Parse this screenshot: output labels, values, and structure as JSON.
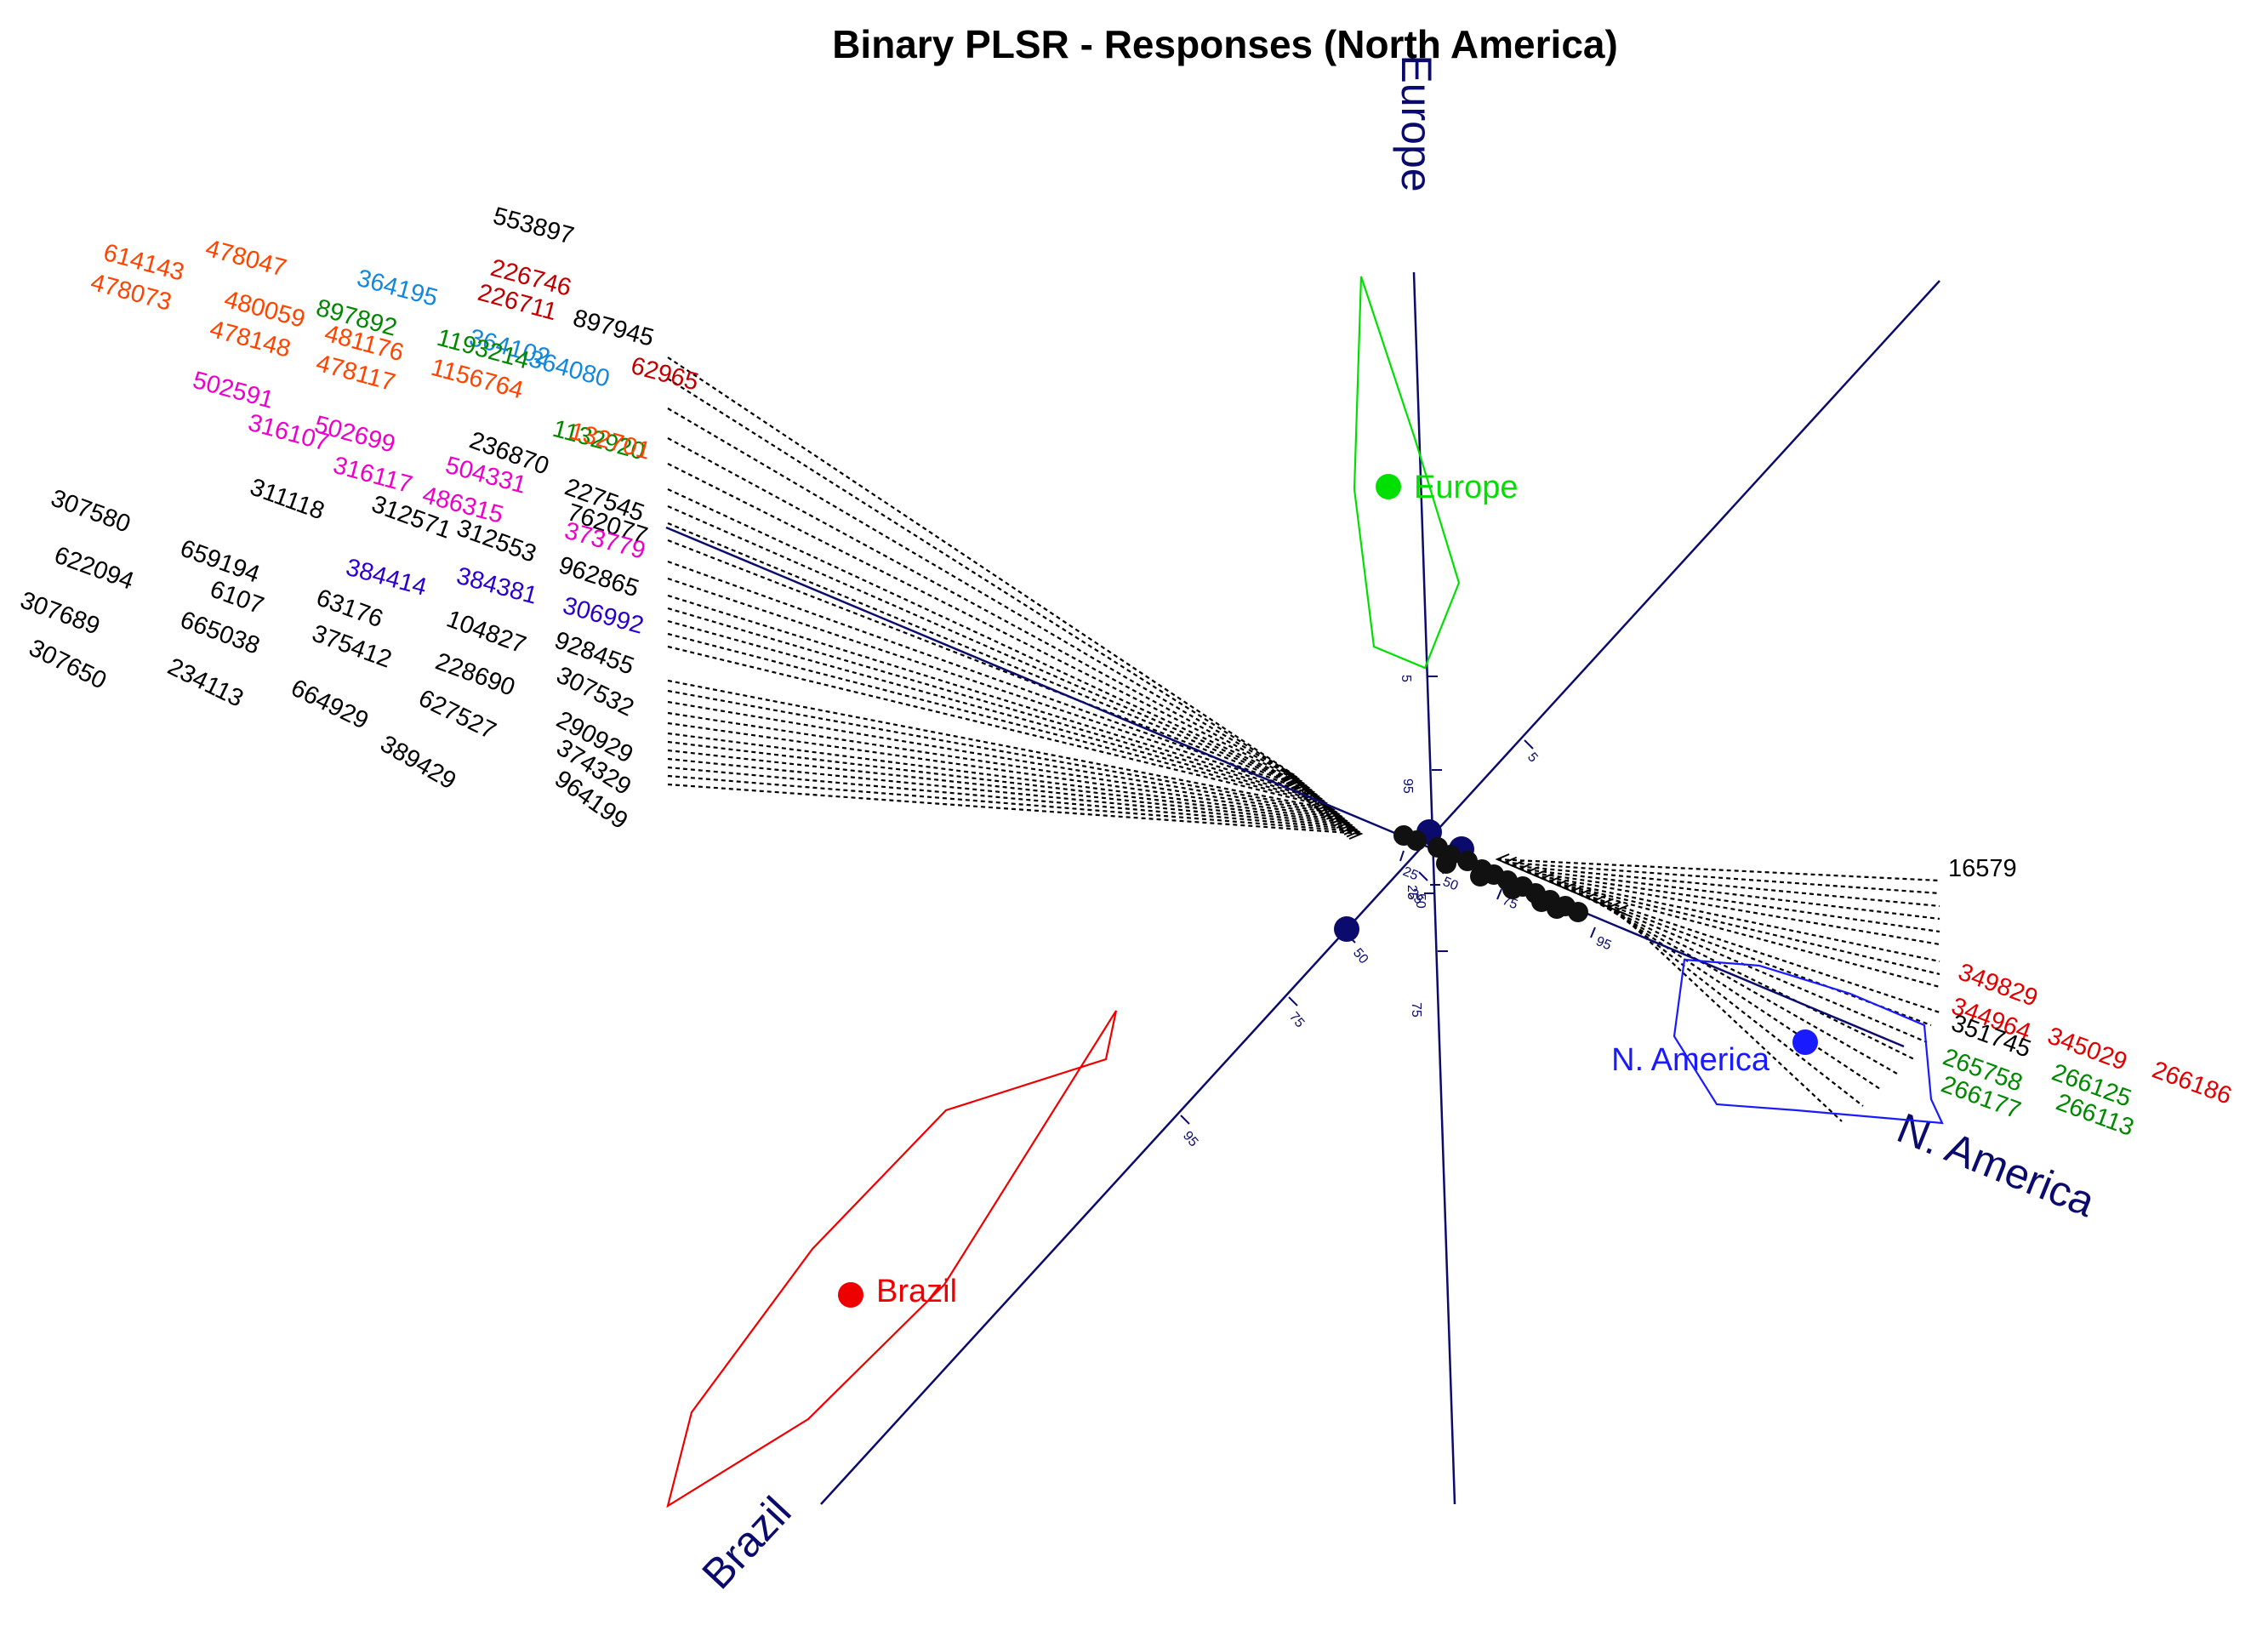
{
  "chart_data": {
    "type": "scatter",
    "title": "Binary PLSR - Responses (North America)",
    "colors": {
      "axis": "#0b0b6e",
      "Europe": "#00e000",
      "Brazil": "#ee0000",
      "N. America": "#1a1aff",
      "black": "#000000",
      "orange": "#ff4400",
      "darkred": "#c00000",
      "green": "#008800",
      "blue": "#1188dd",
      "magenta": "#ee00cc",
      "indigo": "#2a00cc",
      "red": "#e00000"
    },
    "axes": [
      {
        "name": "Europe",
        "ticks": [
          "5",
          "25",
          "50",
          "75",
          "95"
        ]
      },
      {
        "name": "Brazil",
        "ticks": [
          "5",
          "25",
          "50",
          "75",
          "95"
        ]
      },
      {
        "name": "N. America",
        "ticks": [
          "5",
          "25",
          "50",
          "75",
          "95"
        ]
      }
    ],
    "classes": [
      {
        "name": "Europe",
        "color": "#00e000"
      },
      {
        "name": "Brazil",
        "color": "#ee0000"
      },
      {
        "name": "N. America",
        "color": "#1a1aff"
      }
    ],
    "left_labels": [
      {
        "text": "553897",
        "color": "#000000"
      },
      {
        "text": "897945",
        "color": "#000000"
      },
      {
        "text": "226746",
        "color": "#c00000"
      },
      {
        "text": "226711",
        "color": "#c00000"
      },
      {
        "text": "62965",
        "color": "#c00000"
      },
      {
        "text": "614143",
        "color": "#ff4400"
      },
      {
        "text": "478047",
        "color": "#ff4400"
      },
      {
        "text": "364195",
        "color": "#1188dd"
      },
      {
        "text": "364102",
        "color": "#1188dd"
      },
      {
        "text": "364080",
        "color": "#1188dd"
      },
      {
        "text": "478073",
        "color": "#ff4400"
      },
      {
        "text": "480059",
        "color": "#ff4400"
      },
      {
        "text": "897892",
        "color": "#008800"
      },
      {
        "text": "1193214",
        "color": "#008800"
      },
      {
        "text": "1132920",
        "color": "#008800"
      },
      {
        "text": "478148",
        "color": "#ff4400"
      },
      {
        "text": "481176",
        "color": "#ff4400"
      },
      {
        "text": "1156764",
        "color": "#ff4400"
      },
      {
        "text": "478117",
        "color": "#ff4400"
      },
      {
        "text": "132701",
        "color": "#ff4400"
      },
      {
        "text": "502591",
        "color": "#ee00cc"
      },
      {
        "text": "502699",
        "color": "#ee00cc"
      },
      {
        "text": "316107",
        "color": "#ee00cc"
      },
      {
        "text": "236870",
        "color": "#000000"
      },
      {
        "text": "227545",
        "color": "#000000"
      },
      {
        "text": "316117",
        "color": "#ee00cc"
      },
      {
        "text": "504331",
        "color": "#ee00cc"
      },
      {
        "text": "486315",
        "color": "#ee00cc"
      },
      {
        "text": "762077",
        "color": "#000000"
      },
      {
        "text": "311118",
        "color": "#000000"
      },
      {
        "text": "312571",
        "color": "#000000"
      },
      {
        "text": "312553",
        "color": "#000000"
      },
      {
        "text": "373779",
        "color": "#ee00cc"
      },
      {
        "text": "962865",
        "color": "#000000"
      },
      {
        "text": "307580",
        "color": "#000000"
      },
      {
        "text": "659194",
        "color": "#000000"
      },
      {
        "text": "384414",
        "color": "#2a00cc"
      },
      {
        "text": "384381",
        "color": "#2a00cc"
      },
      {
        "text": "306992",
        "color": "#2a00cc"
      },
      {
        "text": "622094",
        "color": "#000000"
      },
      {
        "text": "6107",
        "color": "#000000"
      },
      {
        "text": "63176",
        "color": "#000000"
      },
      {
        "text": "104827",
        "color": "#000000"
      },
      {
        "text": "928455",
        "color": "#000000"
      },
      {
        "text": "307689",
        "color": "#000000"
      },
      {
        "text": "665038",
        "color": "#000000"
      },
      {
        "text": "375412",
        "color": "#000000"
      },
      {
        "text": "228690",
        "color": "#000000"
      },
      {
        "text": "307532",
        "color": "#000000"
      },
      {
        "text": "307650",
        "color": "#000000"
      },
      {
        "text": "234113",
        "color": "#000000"
      },
      {
        "text": "664929",
        "color": "#000000"
      },
      {
        "text": "627527",
        "color": "#000000"
      },
      {
        "text": "290929",
        "color": "#000000"
      },
      {
        "text": "389429",
        "color": "#000000"
      },
      {
        "text": "374329",
        "color": "#000000"
      },
      {
        "text": "964199",
        "color": "#000000"
      }
    ],
    "right_labels": [
      {
        "text": "16579",
        "color": "#000000"
      },
      {
        "text": "349829",
        "color": "#e00000"
      },
      {
        "text": "344964",
        "color": "#e00000"
      },
      {
        "text": "345029",
        "color": "#e00000"
      },
      {
        "text": "266186",
        "color": "#e00000"
      },
      {
        "text": "351745",
        "color": "#000000"
      },
      {
        "text": "265758",
        "color": "#008800"
      },
      {
        "text": "266125",
        "color": "#008800"
      },
      {
        "text": "266177",
        "color": "#008800"
      },
      {
        "text": "266113",
        "color": "#008800"
      }
    ]
  }
}
